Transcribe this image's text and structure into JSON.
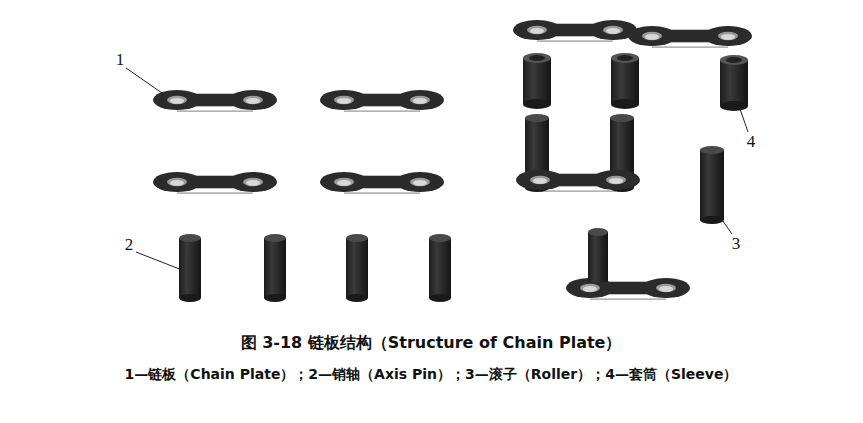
{
  "diagram": {
    "caption": "图 3-18 链板结构（Structure of Chain Plate）",
    "labels": [
      "1",
      "2",
      "3",
      "4",
      "1—链板（Chain Plate）；2—销轴（Axis Pin）；3—滚子（Roller）；4—套筒（Sleeve）"
    ]
  }
}
